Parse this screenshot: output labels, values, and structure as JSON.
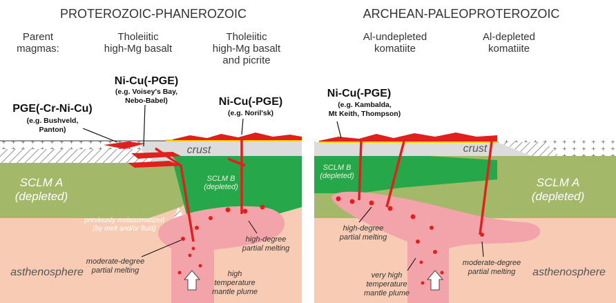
{
  "left_panel": {
    "heading": "PROTEROZOIC-PHANEROZOIC",
    "parent_magmas_line1": "Parent",
    "parent_magmas_line2": "magmas:",
    "magma1_line1": "Tholeiitic",
    "magma1_line2": "high-Mg basalt",
    "magma2_line1": "Tholeiitic",
    "magma2_line2": "high-Mg basalt",
    "magma2_line3": "and picrite",
    "deposit_ni_cu_title": "Ni-Cu(-PGE)",
    "deposit_ni_cu_ex1": "(e.g. Voisey's Bay,",
    "deposit_ni_cu_ex2": "Nebo-Babel)",
    "deposit_pge_title": "PGE(-Cr-Ni-Cu)",
    "deposit_pge_ex1": "(e.g. Bushveld,",
    "deposit_pge_ex2": "Panton)",
    "deposit_norilsk_title": "Ni-Cu(-PGE)",
    "deposit_norilsk_ex": "(e.g. Noril'sk)",
    "crust": "crust",
    "sclm_a_line1": "SCLM A",
    "sclm_a_line2": "(depleted)",
    "sclm_b_line1": "SCLM B",
    "sclm_b_line2": "(depleted)",
    "metasomatized_line1": "previously metasomatized",
    "metasomatized_line2": "(by melt and/or fluid)",
    "high_degree_line1": "high-degree",
    "high_degree_line2": "partial melting",
    "moderate_line1": "moderate-degree",
    "moderate_line2": "partial melting",
    "asthenosphere": "asthenosphere",
    "plume_line1": "high",
    "plume_line2": "temperature",
    "plume_line3": "mantle plume"
  },
  "right_panel": {
    "heading": "ARCHEAN-PALEOPROTEROZOIC",
    "magma1_line1": "Al-undepleted",
    "magma1_line2": "komatiite",
    "magma2_line1": "Al-depleted",
    "magma2_line2": "komatiite",
    "deposit_title": "Ni-Cu(-PGE)",
    "deposit_ex1": "(e.g. Kambalda,",
    "deposit_ex2": "Mt Keith, Thompson)",
    "crust": "crust",
    "sclm_b_line1": "SCLM B",
    "sclm_b_line2": "(depleted)",
    "sclm_a_line1": "SCLM A",
    "sclm_a_line2": "(depleted)",
    "high_degree_line1": "high-degree",
    "high_degree_line2": "partial melting",
    "very_high_line1": "very high",
    "very_high_line2": "temperature",
    "very_high_line3": "mantle plume",
    "moderate_line1": "moderate-degree",
    "moderate_line2": "partial melting",
    "asthenosphere": "asthenosphere"
  },
  "colors": {
    "asthenosphere": "#f8ccb4",
    "sclm_a": "#a4b86a",
    "sclm_b": "#26a84a",
    "crust": "#dcdcdc",
    "plume": "#f3a3aa",
    "magma": "#e0201c",
    "sediment_yellow": "#f2d200"
  }
}
